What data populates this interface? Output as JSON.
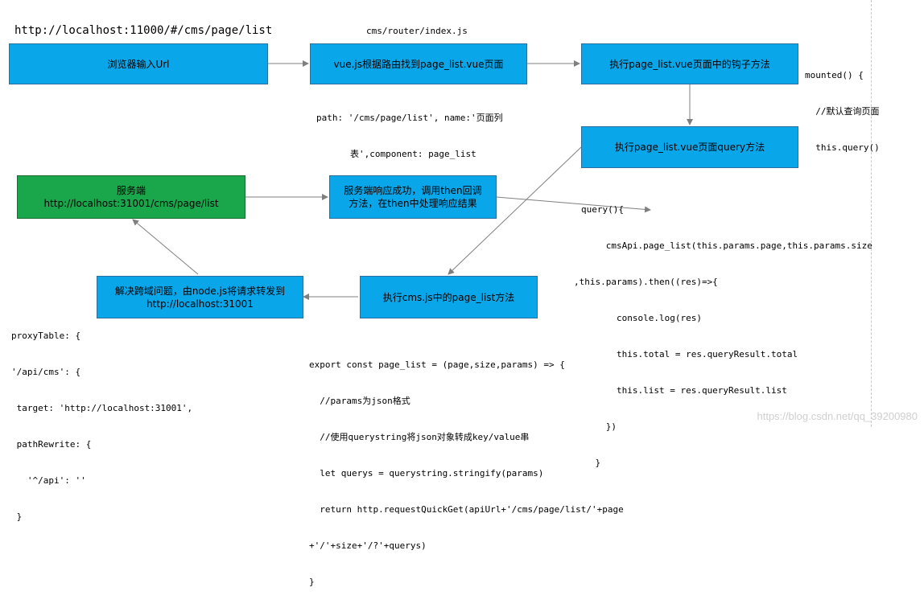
{
  "url_label": "http://localhost:11000/#/cms/page/list",
  "router_label": "cms/router/index.js",
  "boxes": {
    "browser": "浏览器输入Url",
    "vue_route": "vue.js根据路由找到page_list.vue页面",
    "hook": "执行page_list.vue页面中的钩子方法",
    "query": "执行page_list.vue页面query方法",
    "server": [
      "服务端",
      "http://localhost:31001/cms/page/list"
    ],
    "response": [
      "服务端响应成功，调用then回调",
      "方法，在then中处理响应结果"
    ],
    "proxy": [
      "解决跨域问题，由node.js将请求转发到",
      "http://localhost:31001"
    ],
    "cmsjs": "执行cms.js中的page_list方法"
  },
  "path_annotation": [
    "path: '/cms/page/list', name:'页面列",
    "表',component: page_list"
  ],
  "mounted_code": [
    "mounted() {",
    "  //默认查询页面",
    "  this.query()"
  ],
  "query_code": [
    "query(){",
    "      cmsApi.page_list(this.params.page,this.params.size",
    ",this.params).then((res)=>{",
    "        console.log(res)",
    "        this.total = res.queryResult.total",
    "        this.list = res.queryResult.list",
    "      })",
    "    }"
  ],
  "proxy_code": [
    "proxyTable: {",
    "'/api/cms': {",
    " target: 'http://localhost:31001',",
    " pathRewrite: {",
    "   '^/api': ''",
    " }"
  ],
  "export_code": [
    "export const page_list = (page,size,params) => {",
    "  //params为json格式",
    "  //使用querystring将json对象转成key/value串",
    "  let querys = querystring.stringify(params)",
    "  return http.requestQuickGet(apiUrl+'/cms/page/list/'+page",
    "+'/'+size+'/?'+querys)",
    "}"
  ],
  "watermark": "https://blog.csdn.net/qq_39200980",
  "colors": {
    "box_blue": "#0aa6ea",
    "box_green": "#1aa64a",
    "arrow": "#7f7f7f"
  }
}
